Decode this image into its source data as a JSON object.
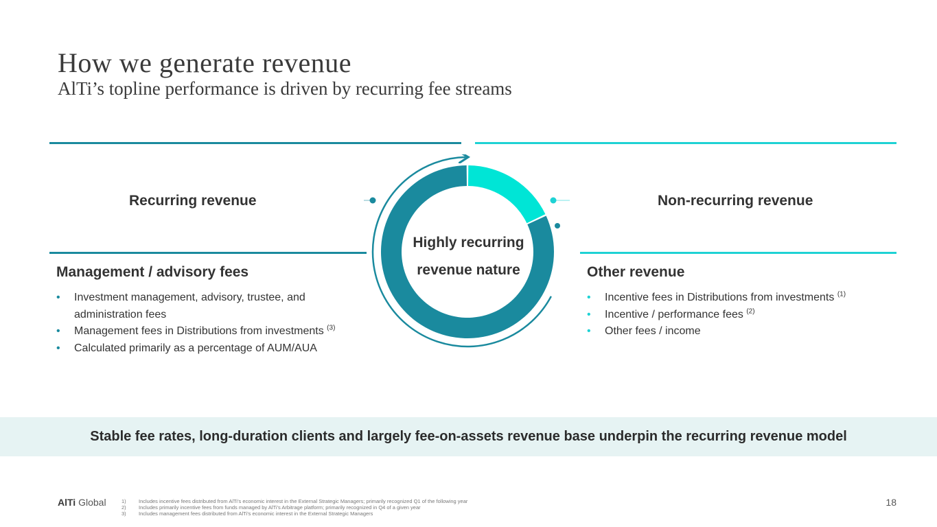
{
  "header": {
    "title": "How we generate revenue",
    "subtitle": "AlTi’s topline performance is driven by recurring fee streams"
  },
  "colors": {
    "recurring": "#1a8a9e",
    "non_recurring": "#1ed2d4",
    "banner_bg": "#e6f3f3"
  },
  "recurring": {
    "title": "Recurring revenue",
    "heading": "Management / advisory fees",
    "bullets": [
      {
        "text": "Investment management, advisory, trustee, and administration fees",
        "note": ""
      },
      {
        "text": "Management fees in Distributions from investments",
        "note": "(3)"
      },
      {
        "text": "Calculated primarily as a percentage of AUM/AUA",
        "note": ""
      }
    ]
  },
  "non_recurring": {
    "title": "Non-recurring revenue",
    "heading": "Other revenue",
    "bullets": [
      {
        "text": "Incentive fees in Distributions from investments",
        "note": "(1)"
      },
      {
        "text": "Incentive / performance fees",
        "note": "(2)"
      },
      {
        "text": "Other fees / income",
        "note": ""
      }
    ]
  },
  "donut": {
    "center_line1": "Highly recurring",
    "center_line2": "revenue nature",
    "non_recurring_fraction": 0.18
  },
  "banner": {
    "text": "Stable fee rates, long-duration clients and largely fee-on-assets revenue base underpin the recurring revenue model"
  },
  "footer": {
    "logo_strong": "AlTi",
    "logo_rest": " Global",
    "footnotes": [
      {
        "num": "1)",
        "text": "Includes incentive fees distributed from AlTi’s economic interest in the External Strategic Managers; primarily recognized Q1 of the following year"
      },
      {
        "num": "2)",
        "text": "Includes primarily incentive fees from funds managed by AlTi’s Arbitrage platform; primarily recognized in Q4 of a given year"
      },
      {
        "num": "3)",
        "text": "Includes management fees distributed from AlTi’s economic interest in the External Strategic Managers"
      }
    ],
    "page_number": "18"
  }
}
